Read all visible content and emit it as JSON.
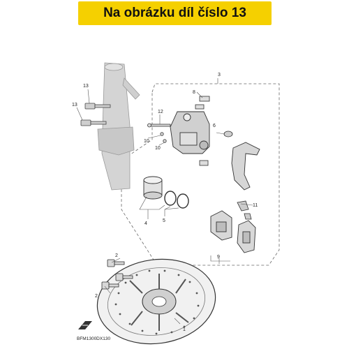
{
  "header": {
    "title": "Na obrázku díl číslo 13"
  },
  "diagram": {
    "callouts": [
      "1",
      "2",
      "3",
      "4",
      "5",
      "6",
      "8",
      "9",
      "10",
      "11",
      "12",
      "13"
    ],
    "drawing_code": "BFM1300DX130"
  },
  "colors": {
    "banner": "#f5d000",
    "line": "#555555",
    "fork": "#d4d4d4"
  }
}
